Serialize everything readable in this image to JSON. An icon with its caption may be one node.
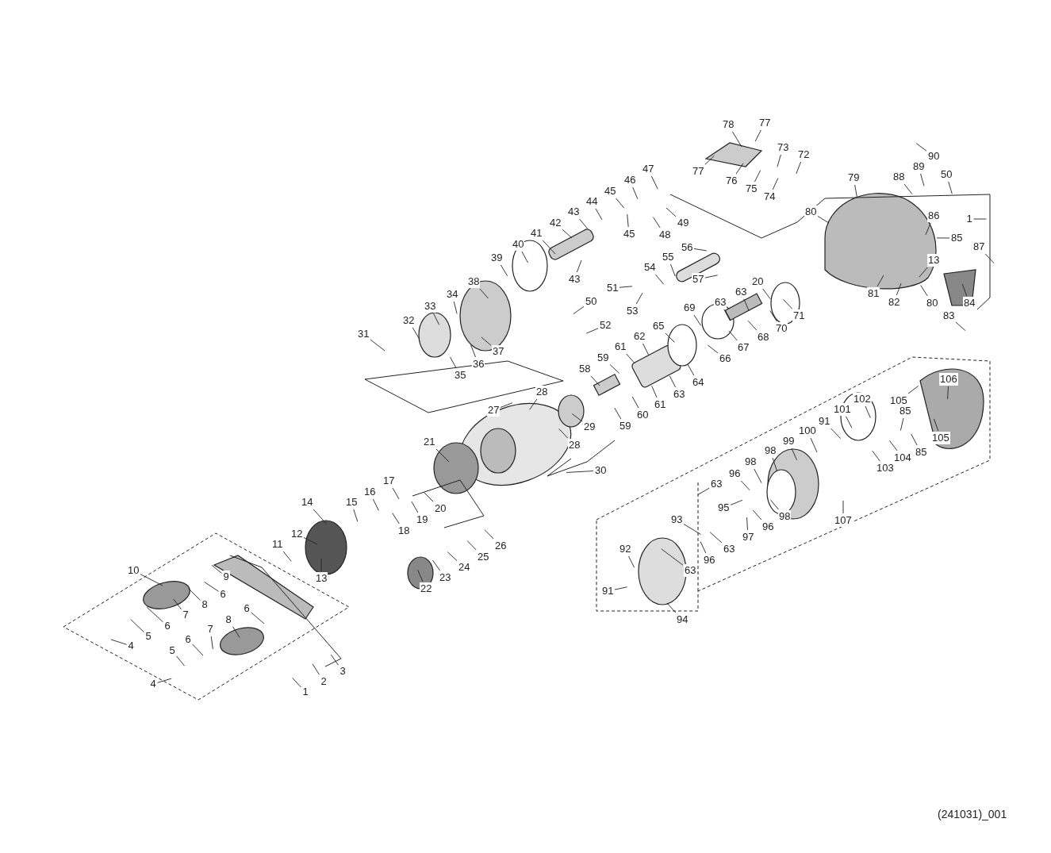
{
  "diagram": {
    "nodes": [
      {
        "text": [
          "78"
        ]
      },
      {
        "text": [
          "77"
        ]
      },
      {
        "text": [
          "77"
        ]
      },
      {
        "text": [
          "76"
        ]
      },
      {
        "text": [
          "75"
        ]
      },
      {
        "text": [
          "74"
        ]
      },
      {
        "text": [
          "73"
        ]
      },
      {
        "text": [
          "72"
        ]
      },
      {
        "text": [
          "90"
        ]
      },
      {
        "text": [
          "89"
        ]
      },
      {
        "text": [
          "88"
        ]
      },
      {
        "text": [
          "50"
        ]
      },
      {
        "text": [
          "79"
        ]
      },
      {
        "text": [
          "47"
        ]
      },
      {
        "text": [
          "46"
        ]
      },
      {
        "text": [
          "45"
        ]
      },
      {
        "text": [
          "44"
        ]
      },
      {
        "text": [
          "43"
        ]
      },
      {
        "text": [
          "42"
        ]
      },
      {
        "text": [
          "49"
        ]
      },
      {
        "text": [
          "48"
        ]
      },
      {
        "text": [
          "45"
        ]
      },
      {
        "text": [
          "1"
        ]
      },
      {
        "text": [
          "80"
        ]
      },
      {
        "text": [
          "86"
        ]
      },
      {
        "text": [
          "85"
        ]
      },
      {
        "text": [
          "87"
        ]
      },
      {
        "text": [
          "41"
        ]
      },
      {
        "text": [
          "40"
        ]
      },
      {
        "text": [
          "39"
        ]
      },
      {
        "text": [
          "13"
        ]
      },
      {
        "text": [
          "56"
        ]
      },
      {
        "text": [
          "55"
        ]
      },
      {
        "text": [
          "43"
        ]
      },
      {
        "text": [
          "57"
        ]
      },
      {
        "text": [
          "54"
        ]
      },
      {
        "text": [
          "38"
        ]
      },
      {
        "text": [
          "51"
        ]
      },
      {
        "text": [
          "20"
        ]
      },
      {
        "text": [
          "63"
        ]
      },
      {
        "text": [
          "63"
        ]
      },
      {
        "text": [
          "81"
        ]
      },
      {
        "text": [
          "82"
        ]
      },
      {
        "text": [
          "80"
        ]
      },
      {
        "text": [
          "50"
        ]
      },
      {
        "text": [
          "53"
        ]
      },
      {
        "text": [
          "52"
        ]
      },
      {
        "text": [
          "34"
        ]
      },
      {
        "text": [
          "33"
        ]
      },
      {
        "text": [
          "32"
        ]
      },
      {
        "text": [
          "31"
        ]
      },
      {
        "text": [
          "69"
        ]
      },
      {
        "text": [
          "71"
        ]
      },
      {
        "text": [
          "70"
        ]
      },
      {
        "text": [
          "84"
        ]
      },
      {
        "text": [
          "83"
        ]
      },
      {
        "text": [
          "65"
        ]
      },
      {
        "text": [
          "62"
        ]
      },
      {
        "text": [
          "61"
        ]
      },
      {
        "text": [
          "37"
        ]
      },
      {
        "text": [
          "35"
        ]
      },
      {
        "text": [
          "36"
        ]
      },
      {
        "text": [
          "68"
        ]
      },
      {
        "text": [
          "67"
        ]
      },
      {
        "text": [
          "66"
        ]
      },
      {
        "text": [
          "64"
        ]
      },
      {
        "text": [
          "63"
        ]
      },
      {
        "text": [
          "61"
        ]
      },
      {
        "text": [
          "59"
        ]
      },
      {
        "text": [
          "58"
        ]
      },
      {
        "text": [
          "60"
        ]
      },
      {
        "text": [
          "59"
        ]
      },
      {
        "text": [
          "28"
        ]
      },
      {
        "text": [
          "27"
        ]
      },
      {
        "text": [
          "29"
        ]
      },
      {
        "text": [
          "28"
        ]
      },
      {
        "text": [
          "30"
        ]
      },
      {
        "text": [
          "21"
        ]
      },
      {
        "text": [
          "17"
        ]
      },
      {
        "text": [
          "16"
        ]
      },
      {
        "text": [
          "15"
        ]
      },
      {
        "text": [
          "14"
        ]
      },
      {
        "text": [
          "20"
        ]
      },
      {
        "text": [
          "19"
        ]
      },
      {
        "text": [
          "18"
        ]
      },
      {
        "text": [
          "26"
        ]
      },
      {
        "text": [
          "25"
        ]
      },
      {
        "text": [
          "24"
        ]
      },
      {
        "text": [
          "23"
        ]
      },
      {
        "text": [
          "22"
        ]
      },
      {
        "text": [
          "12"
        ]
      },
      {
        "text": [
          "11"
        ]
      },
      {
        "text": [
          "13"
        ]
      },
      {
        "text": [
          "10"
        ]
      },
      {
        "text": [
          "9"
        ]
      },
      {
        "text": [
          "6"
        ]
      },
      {
        "text": [
          "8"
        ]
      },
      {
        "text": [
          "7"
        ]
      },
      {
        "text": [
          "6"
        ]
      },
      {
        "text": [
          "5"
        ]
      },
      {
        "text": [
          "4"
        ]
      },
      {
        "text": [
          "6"
        ]
      },
      {
        "text": [
          "8"
        ]
      },
      {
        "text": [
          "6"
        ]
      },
      {
        "text": [
          "7"
        ]
      },
      {
        "text": [
          "5"
        ]
      },
      {
        "text": [
          "4"
        ]
      },
      {
        "text": [
          "3"
        ]
      },
      {
        "text": [
          "2"
        ]
      },
      {
        "text": [
          "1"
        ]
      },
      {
        "text": [
          "106"
        ]
      },
      {
        "text": [
          "105"
        ]
      },
      {
        "text": [
          "85"
        ]
      },
      {
        "text": [
          "105"
        ]
      },
      {
        "text": [
          "85"
        ]
      },
      {
        "text": [
          "104"
        ]
      },
      {
        "text": [
          "103"
        ]
      },
      {
        "text": [
          "102"
        ]
      },
      {
        "text": [
          "101"
        ]
      },
      {
        "text": [
          "91"
        ]
      },
      {
        "text": [
          "100"
        ]
      },
      {
        "text": [
          "99"
        ]
      },
      {
        "text": [
          "98"
        ]
      },
      {
        "text": [
          "98"
        ]
      },
      {
        "text": [
          "96"
        ]
      },
      {
        "text": [
          "63"
        ]
      },
      {
        "text": [
          "95"
        ]
      },
      {
        "text": [
          "98"
        ]
      },
      {
        "text": [
          "96"
        ]
      },
      {
        "text": [
          "97"
        ]
      },
      {
        "text": [
          "63"
        ]
      },
      {
        "text": [
          "96"
        ]
      },
      {
        "text": [
          "63"
        ]
      },
      {
        "text": [
          "107"
        ]
      },
      {
        "text": [
          "93"
        ]
      },
      {
        "text": [
          "92"
        ]
      },
      {
        "text": [
          "91"
        ]
      },
      {
        "text": [
          "94"
        ]
      }
    ],
    "edges": [
      {
        "from": 0,
        "to": null,
        "arrow": "none"
      },
      {
        "from": 1,
        "to": null,
        "arrow": "none"
      },
      {
        "from": 2,
        "to": null,
        "arrow": "none"
      },
      {
        "from": 3,
        "to": null,
        "arrow": "none"
      },
      {
        "from": 4,
        "to": null,
        "arrow": "none"
      },
      {
        "from": 5,
        "to": null,
        "arrow": "none"
      },
      {
        "from": 6,
        "to": null,
        "arrow": "none"
      },
      {
        "from": 7,
        "to": null,
        "arrow": "none"
      },
      {
        "from": 8,
        "to": null,
        "arrow": "none"
      },
      {
        "from": 9,
        "to": null,
        "arrow": "none"
      },
      {
        "from": 10,
        "to": null,
        "arrow": "none"
      },
      {
        "from": 11,
        "to": null,
        "arrow": "none"
      },
      {
        "from": 12,
        "to": null,
        "arrow": "none"
      },
      {
        "from": 13,
        "to": null,
        "arrow": "none"
      },
      {
        "from": 14,
        "to": null,
        "arrow": "none"
      },
      {
        "from": 15,
        "to": null,
        "arrow": "none"
      },
      {
        "from": 16,
        "to": null,
        "arrow": "none"
      },
      {
        "from": 17,
        "to": null,
        "arrow": "none"
      },
      {
        "from": 18,
        "to": null,
        "arrow": "none"
      },
      {
        "from": 19,
        "to": null,
        "arrow": "none"
      },
      {
        "from": 20,
        "to": null,
        "arrow": "none"
      },
      {
        "from": 21,
        "to": null,
        "arrow": "none"
      },
      {
        "from": 22,
        "to": null,
        "arrow": "none"
      },
      {
        "from": 23,
        "to": null,
        "arrow": "none"
      },
      {
        "from": 24,
        "to": null,
        "arrow": "none"
      },
      {
        "from": 25,
        "to": null,
        "arrow": "none"
      },
      {
        "from": 26,
        "to": null,
        "arrow": "none"
      },
      {
        "from": 27,
        "to": null,
        "arrow": "none"
      },
      {
        "from": 28,
        "to": null,
        "arrow": "none"
      },
      {
        "from": 29,
        "to": null,
        "arrow": "none"
      },
      {
        "from": 30,
        "to": null,
        "arrow": "none"
      },
      {
        "from": 31,
        "to": null,
        "arrow": "none"
      },
      {
        "from": 32,
        "to": null,
        "arrow": "none"
      },
      {
        "from": 33,
        "to": null,
        "arrow": "none"
      },
      {
        "from": 34,
        "to": null,
        "arrow": "none"
      },
      {
        "from": 35,
        "to": null,
        "arrow": "none"
      },
      {
        "from": 36,
        "to": null,
        "arrow": "none"
      },
      {
        "from": 37,
        "to": null,
        "arrow": "none"
      },
      {
        "from": 38,
        "to": null,
        "arrow": "none"
      },
      {
        "from": 39,
        "to": null,
        "arrow": "none"
      },
      {
        "from": 40,
        "to": null,
        "arrow": "none"
      },
      {
        "from": 41,
        "to": null,
        "arrow": "none"
      },
      {
        "from": 42,
        "to": null,
        "arrow": "none"
      },
      {
        "from": 43,
        "to": null,
        "arrow": "none"
      },
      {
        "from": 44,
        "to": null,
        "arrow": "none"
      },
      {
        "from": 45,
        "to": null,
        "arrow": "none"
      },
      {
        "from": 46,
        "to": null,
        "arrow": "none"
      },
      {
        "from": 47,
        "to": null,
        "arrow": "none"
      },
      {
        "from": 48,
        "to": null,
        "arrow": "none"
      },
      {
        "from": 49,
        "to": null,
        "arrow": "none"
      },
      {
        "from": 50,
        "to": null,
        "arrow": "none"
      },
      {
        "from": 51,
        "to": null,
        "arrow": "none"
      },
      {
        "from": 52,
        "to": null,
        "arrow": "none"
      },
      {
        "from": 53,
        "to": null,
        "arrow": "none"
      },
      {
        "from": 54,
        "to": null,
        "arrow": "none"
      },
      {
        "from": 55,
        "to": null,
        "arrow": "none"
      },
      {
        "from": 56,
        "to": null,
        "arrow": "none"
      },
      {
        "from": 57,
        "to": null,
        "arrow": "none"
      },
      {
        "from": 58,
        "to": null,
        "arrow": "none"
      },
      {
        "from": 59,
        "to": null,
        "arrow": "none"
      },
      {
        "from": 60,
        "to": null,
        "arrow": "none"
      },
      {
        "from": 61,
        "to": null,
        "arrow": "none"
      },
      {
        "from": 62,
        "to": null,
        "arrow": "none"
      },
      {
        "from": 63,
        "to": null,
        "arrow": "none"
      },
      {
        "from": 64,
        "to": null,
        "arrow": "none"
      },
      {
        "from": 65,
        "to": null,
        "arrow": "none"
      },
      {
        "from": 66,
        "to": null,
        "arrow": "none"
      },
      {
        "from": 67,
        "to": null,
        "arrow": "none"
      },
      {
        "from": 68,
        "to": null,
        "arrow": "none"
      },
      {
        "from": 69,
        "to": null,
        "arrow": "none"
      },
      {
        "from": 70,
        "to": null,
        "arrow": "none"
      },
      {
        "from": 71,
        "to": null,
        "arrow": "none"
      },
      {
        "from": 72,
        "to": null,
        "arrow": "none"
      },
      {
        "from": 73,
        "to": null,
        "arrow": "none"
      },
      {
        "from": 74,
        "to": null,
        "arrow": "none"
      },
      {
        "from": 75,
        "to": null,
        "arrow": "none"
      },
      {
        "from": 76,
        "to": null,
        "arrow": "none"
      },
      {
        "from": 77,
        "to": null,
        "arrow": "none"
      },
      {
        "from": 78,
        "to": null,
        "arrow": "none"
      },
      {
        "from": 79,
        "to": null,
        "arrow": "none"
      },
      {
        "from": 80,
        "to": null,
        "arrow": "none"
      },
      {
        "from": 81,
        "to": null,
        "arrow": "none"
      },
      {
        "from": 82,
        "to": null,
        "arrow": "none"
      },
      {
        "from": 83,
        "to": null,
        "arrow": "none"
      },
      {
        "from": 84,
        "to": null,
        "arrow": "none"
      },
      {
        "from": 85,
        "to": null,
        "arrow": "none"
      },
      {
        "from": 86,
        "to": null,
        "arrow": "none"
      },
      {
        "from": 87,
        "to": null,
        "arrow": "none"
      },
      {
        "from": 88,
        "to": null,
        "arrow": "none"
      },
      {
        "from": 89,
        "to": null,
        "arrow": "none"
      },
      {
        "from": 90,
        "to": null,
        "arrow": "none"
      },
      {
        "from": 91,
        "to": null,
        "arrow": "none"
      },
      {
        "from": 92,
        "to": null,
        "arrow": "none"
      },
      {
        "from": 93,
        "to": null,
        "arrow": "none"
      },
      {
        "from": 94,
        "to": null,
        "arrow": "none"
      },
      {
        "from": 95,
        "to": null,
        "arrow": "none"
      },
      {
        "from": 96,
        "to": null,
        "arrow": "none"
      },
      {
        "from": 97,
        "to": null,
        "arrow": "none"
      },
      {
        "from": 98,
        "to": null,
        "arrow": "none"
      },
      {
        "from": 99,
        "to": null,
        "arrow": "none"
      },
      {
        "from": 100,
        "to": null,
        "arrow": "none"
      },
      {
        "from": 101,
        "to": null,
        "arrow": "none"
      },
      {
        "from": 102,
        "to": null,
        "arrow": "none"
      },
      {
        "from": 103,
        "to": null,
        "arrow": "none"
      },
      {
        "from": 104,
        "to": null,
        "arrow": "none"
      },
      {
        "from": 105,
        "to": null,
        "arrow": "none"
      },
      {
        "from": 106,
        "to": null,
        "arrow": "none"
      },
      {
        "from": 107,
        "to": null,
        "arrow": "none"
      },
      {
        "from": 108,
        "to": null,
        "arrow": "none"
      },
      {
        "from": 109,
        "to": null,
        "arrow": "none"
      },
      {
        "from": 110,
        "to": null,
        "arrow": "none"
      },
      {
        "from": 111,
        "to": null,
        "arrow": "none"
      },
      {
        "from": 112,
        "to": null,
        "arrow": "none"
      },
      {
        "from": 113,
        "to": null,
        "arrow": "none"
      },
      {
        "from": 114,
        "to": null,
        "arrow": "none"
      },
      {
        "from": 115,
        "to": null,
        "arrow": "none"
      },
      {
        "from": 116,
        "to": null,
        "arrow": "none"
      },
      {
        "from": 117,
        "to": null,
        "arrow": "none"
      },
      {
        "from": 118,
        "to": null,
        "arrow": "none"
      },
      {
        "from": 119,
        "to": null,
        "arrow": "none"
      },
      {
        "from": 120,
        "to": null,
        "arrow": "none"
      },
      {
        "from": 121,
        "to": null,
        "arrow": "none"
      },
      {
        "from": 122,
        "to": null,
        "arrow": "none"
      },
      {
        "from": 123,
        "to": null,
        "arrow": "none"
      },
      {
        "from": 124,
        "to": null,
        "arrow": "none"
      },
      {
        "from": 125,
        "to": null,
        "arrow": "none"
      },
      {
        "from": 126,
        "to": null,
        "arrow": "none"
      },
      {
        "from": 127,
        "to": null,
        "arrow": "none"
      },
      {
        "from": 128,
        "to": null,
        "arrow": "none"
      },
      {
        "from": 129,
        "to": null,
        "arrow": "none"
      },
      {
        "from": 130,
        "to": null,
        "arrow": "none"
      },
      {
        "from": 131,
        "to": null,
        "arrow": "none"
      },
      {
        "from": 132,
        "to": null,
        "arrow": "none"
      },
      {
        "from": 133,
        "to": null,
        "arrow": "none"
      },
      {
        "from": 134,
        "to": null,
        "arrow": "none"
      },
      {
        "from": 135,
        "to": null,
        "arrow": "none"
      },
      {
        "from": 136,
        "to": null,
        "arrow": "none"
      },
      {
        "from": 137,
        "to": null,
        "arrow": "none"
      }
    ],
    "labels": [
      "(241031)_001"
    ]
  }
}
